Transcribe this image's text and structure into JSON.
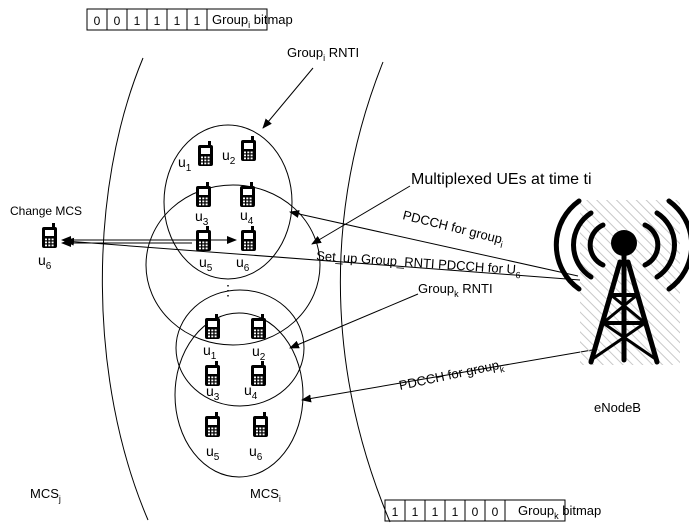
{
  "bitmaps": {
    "group_i": {
      "bits": [
        "0",
        "0",
        "1",
        "1",
        "1",
        "1"
      ],
      "label": "Group",
      "sub": "i",
      "suffix": " bitmap"
    },
    "group_k": {
      "bits": [
        "1",
        "1",
        "1",
        "1",
        "0",
        "0"
      ],
      "label": "Group",
      "sub": "k",
      "suffix": " bitmap"
    }
  },
  "labels": {
    "group_i_rnti": {
      "main": "Group",
      "sub": "i",
      "suffix": " RNTI"
    },
    "group_k_rnti": {
      "main": "Group",
      "sub": "k",
      "suffix": " RNTI"
    },
    "multiplexed": "Multiplexed UEs at time ti",
    "pdcch_i": {
      "main": "PDCCH for group",
      "sub": "i"
    },
    "pdcch_k": {
      "main": "PDCCH for group",
      "sub": "k"
    },
    "setup": {
      "main": "Set_up Group_RNTI PDCCH for U",
      "sub": "6"
    },
    "change_mcs": "Change MCS",
    "enodeb": "eNodeB",
    "mcs_j": {
      "main": "MCS",
      "sub": "j"
    },
    "mcs_i": {
      "main": "MCS",
      "sub": "i"
    },
    "ellipsis": "⋮"
  },
  "users": {
    "u": "u",
    "upper": [
      "1",
      "2",
      "3",
      "4",
      "5",
      "6"
    ],
    "lower": [
      "1",
      "2",
      "3",
      "4",
      "5",
      "6"
    ],
    "outside": "6"
  },
  "icons": [
    "phone-icon",
    "tower-icon",
    "radio-wave-icon",
    "arrow-icon"
  ]
}
